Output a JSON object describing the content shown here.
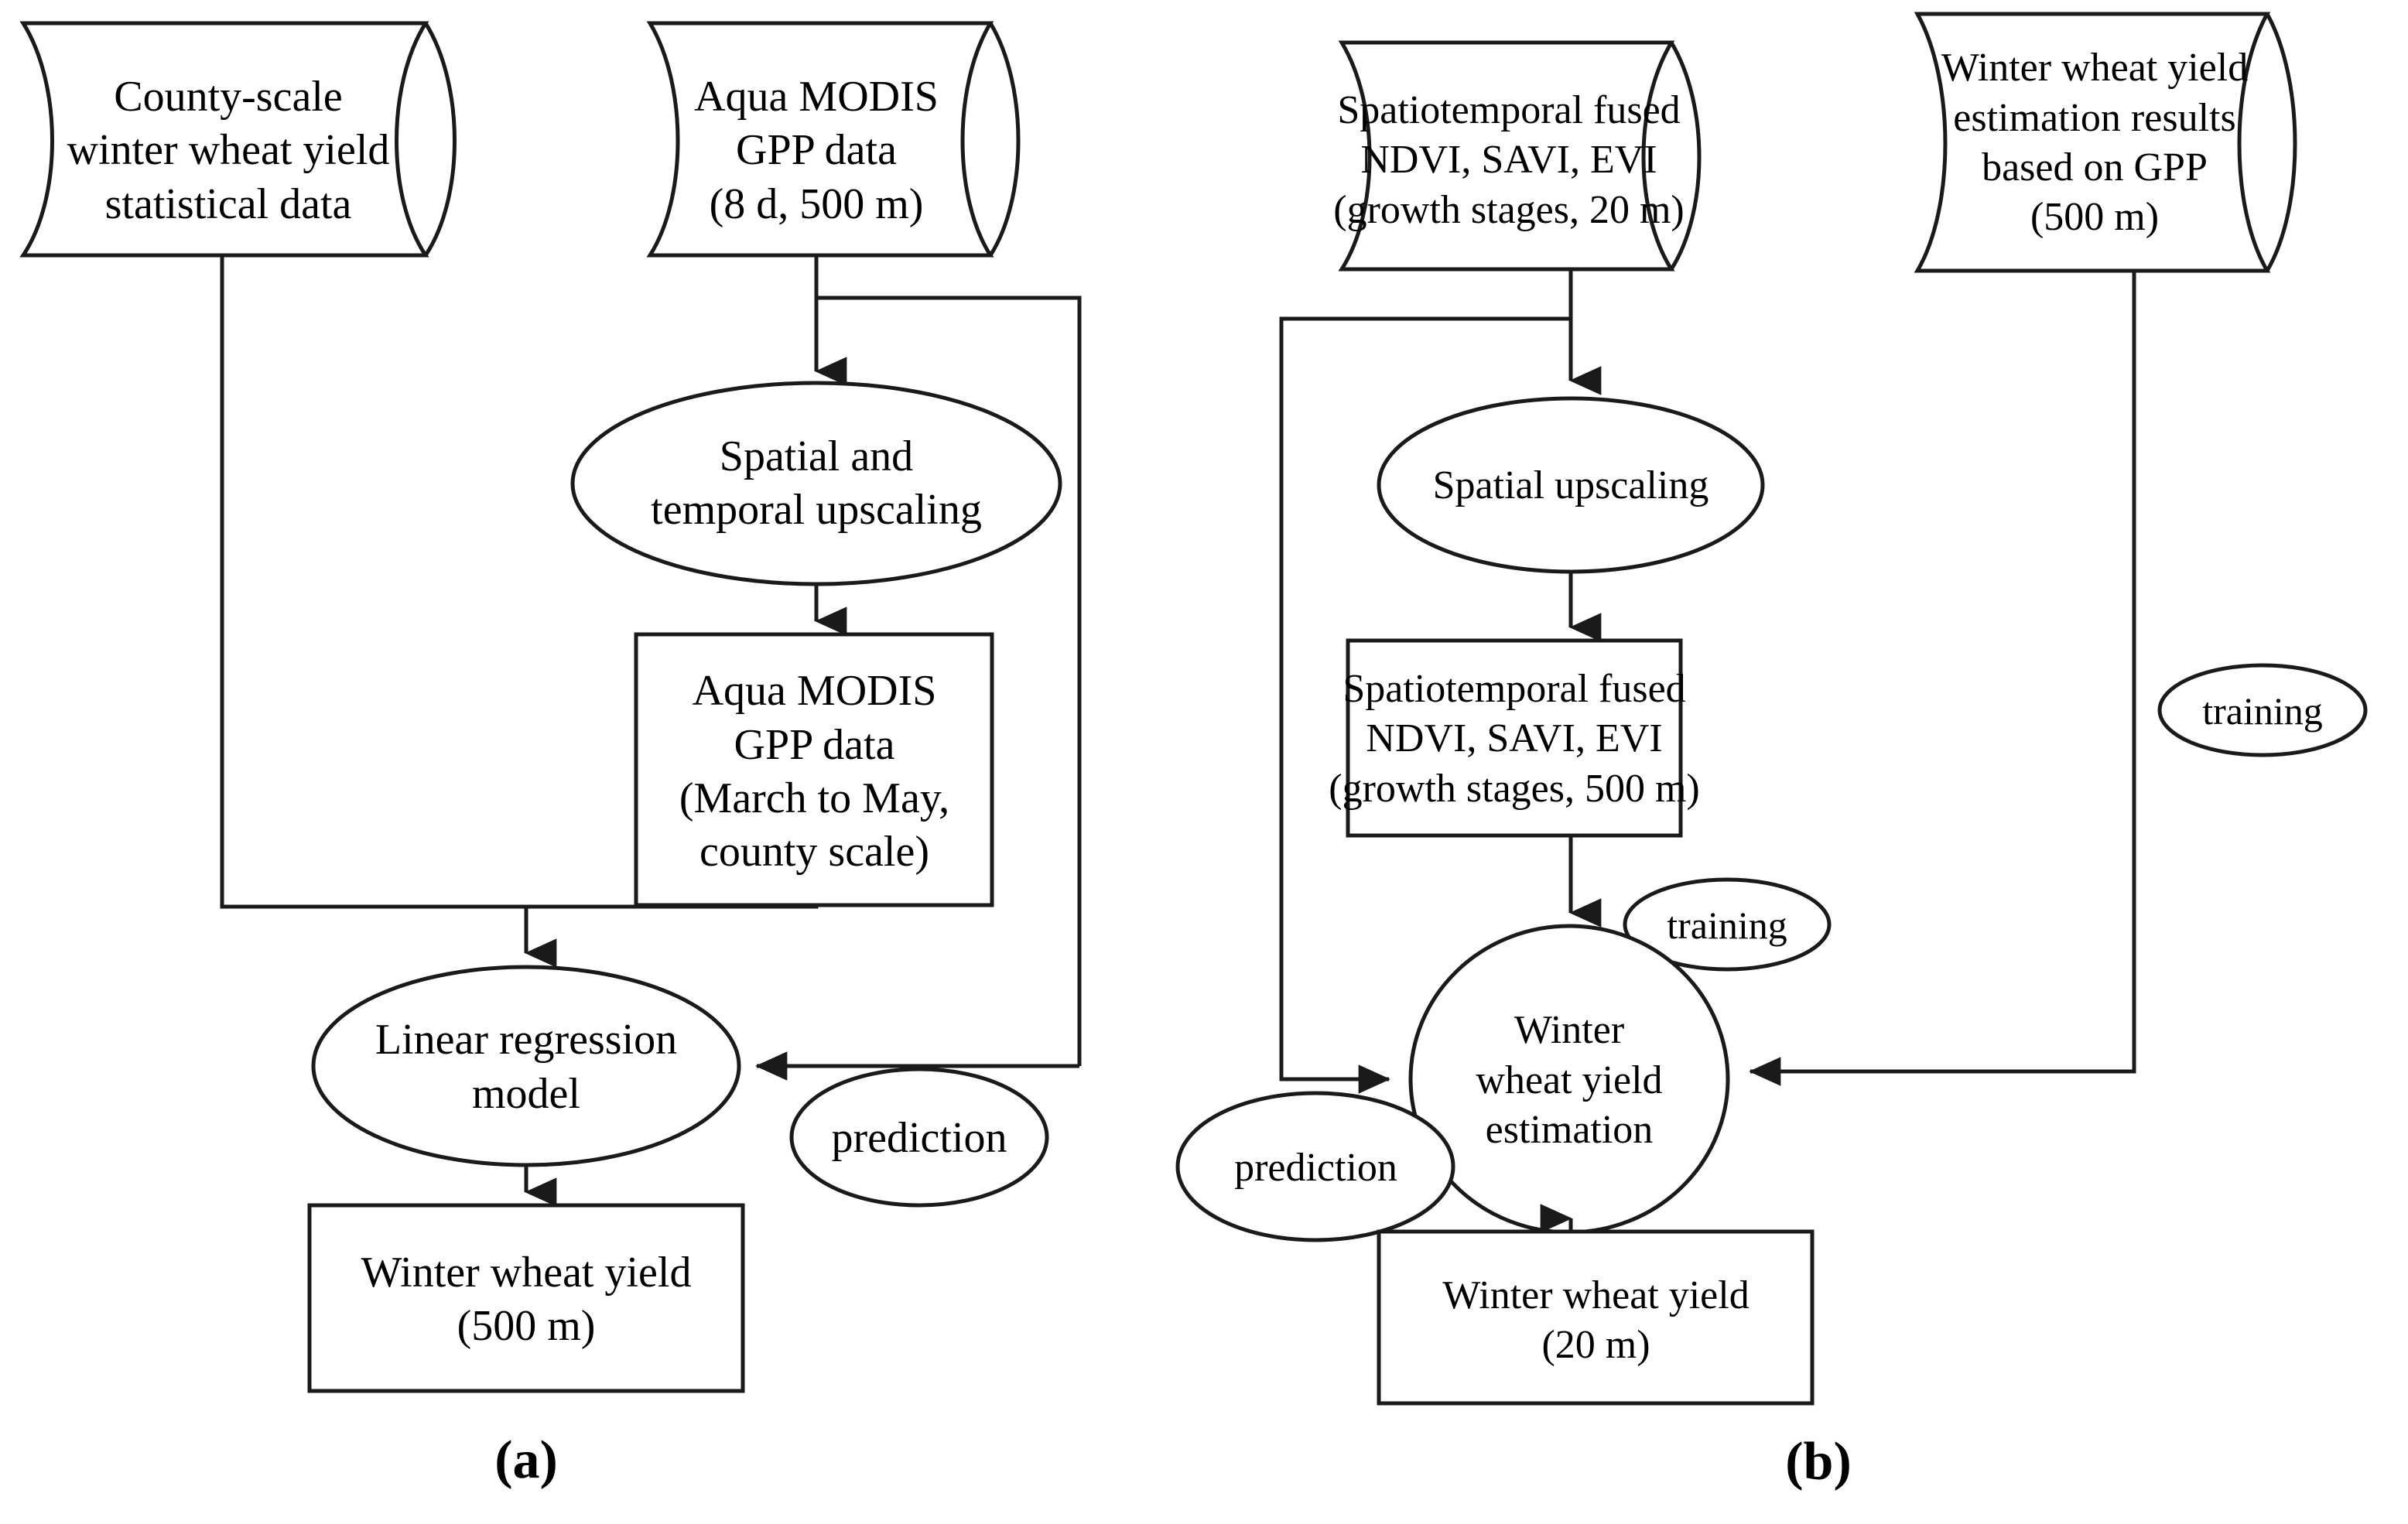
{
  "figure": {
    "type": "flowchart",
    "panels": [
      {
        "id": "a",
        "label": "(a)",
        "nodes": [
          {
            "id": "a-county-data",
            "shape": "cylinder",
            "lines": [
              "County-scale",
              "winter wheat yield",
              "statistical data"
            ]
          },
          {
            "id": "a-aqua-gpp-source",
            "shape": "cylinder",
            "lines": [
              "Aqua MODIS",
              "GPP data",
              "(8 d, 500 m)"
            ]
          },
          {
            "id": "a-upscaling",
            "shape": "ellipse",
            "lines": [
              "Spatial and",
              "temporal upscaling"
            ]
          },
          {
            "id": "a-aqua-gpp-county",
            "shape": "rectangle",
            "lines": [
              "Aqua MODIS",
              "GPP data",
              "(March to May,",
              "county scale)"
            ]
          },
          {
            "id": "a-linear-regression",
            "shape": "ellipse",
            "lines": [
              "Linear regression",
              "model"
            ]
          },
          {
            "id": "a-prediction",
            "shape": "ellipse",
            "lines": [
              "prediction"
            ]
          },
          {
            "id": "a-output-yield",
            "shape": "rectangle",
            "lines": [
              "Winter wheat yield",
              "(500 m)"
            ]
          }
        ]
      },
      {
        "id": "b",
        "label": "(b)",
        "nodes": [
          {
            "id": "b-fused-20m",
            "shape": "cylinder",
            "lines": [
              "Spatiotemporal fused",
              "NDVI, SAVI, EVI",
              "(growth stages, 20 m)"
            ]
          },
          {
            "id": "b-gpp-results",
            "shape": "cylinder",
            "lines": [
              "Winter wheat yield",
              "estimation results",
              "based on GPP",
              "(500 m)"
            ]
          },
          {
            "id": "b-spatial-upscaling",
            "shape": "ellipse",
            "lines": [
              "Spatial upscaling"
            ]
          },
          {
            "id": "b-fused-500m",
            "shape": "rectangle",
            "lines": [
              "Spatiotemporal fused",
              "NDVI, SAVI, EVI",
              "(growth stages, 500 m)"
            ]
          },
          {
            "id": "b-training-right",
            "shape": "ellipse",
            "lines": [
              "training"
            ]
          },
          {
            "id": "b-training-mid",
            "shape": "ellipse",
            "lines": [
              "training"
            ]
          },
          {
            "id": "b-yield-estimation",
            "shape": "ellipse",
            "lines": [
              "Winter",
              "wheat yield",
              "estimation"
            ]
          },
          {
            "id": "b-prediction",
            "shape": "ellipse",
            "lines": [
              "prediction"
            ]
          },
          {
            "id": "b-output-yield",
            "shape": "rectangle",
            "lines": [
              "Winter wheat yield",
              "(20 m)"
            ]
          }
        ]
      }
    ],
    "colors": {
      "stroke": "#1a1a1a",
      "fill": "#ffffff",
      "text": "#000000"
    }
  },
  "a_county_data_l1": "County-scale",
  "a_county_data_l2": "winter wheat yield",
  "a_county_data_l3": "statistical data",
  "a_gpp_src_l1": "Aqua MODIS",
  "a_gpp_src_l2": "GPP data",
  "a_gpp_src_l3": "(8 d, 500 m)",
  "a_upscaling_l1": "Spatial and",
  "a_upscaling_l2": "temporal upscaling",
  "a_gpp_county_l1": "Aqua MODIS",
  "a_gpp_county_l2": "GPP data",
  "a_gpp_county_l3": "(March to May,",
  "a_gpp_county_l4": "county scale)",
  "a_linreg_l1": "Linear regression",
  "a_linreg_l2": "model",
  "a_prediction": "prediction",
  "a_out_l1": "Winter wheat yield",
  "a_out_l2": "(500 m)",
  "a_label": "(a)",
  "b_fused20_l1": "Spatiotemporal fused",
  "b_fused20_l2": "NDVI, SAVI, EVI",
  "b_fused20_l3": "(growth stages, 20 m)",
  "b_gppres_l1": "Winter wheat yield",
  "b_gppres_l2": "estimation results",
  "b_gppres_l3": "based on GPP",
  "b_gppres_l4": "(500 m)",
  "b_upscaling_l1": "Spatial upscaling",
  "b_fused500_l1": "Spatiotemporal fused",
  "b_fused500_l2": "NDVI, SAVI, EVI",
  "b_fused500_l3": "(growth stages, 500 m)",
  "b_training_right": "training",
  "b_training_mid": "training",
  "b_est_l1": "Winter",
  "b_est_l2": "wheat yield",
  "b_est_l3": "estimation",
  "b_prediction": "prediction",
  "b_out_l1": "Winter wheat yield",
  "b_out_l2": "(20 m)",
  "b_label": "(b)"
}
